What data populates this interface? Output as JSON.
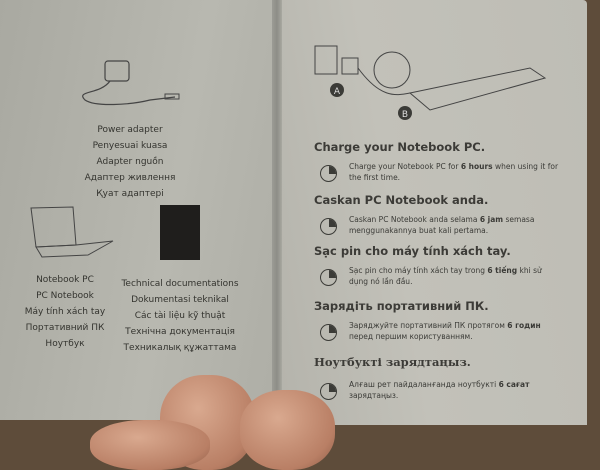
{
  "left_page": {
    "adapter_labels": [
      "Power adapter",
      "Penyesuai kuasa",
      "Adapter nguồn",
      "Адаптер живлення",
      "Қуат адаптері"
    ],
    "notebook_labels": [
      "Notebook PC",
      "PC Notebook",
      "Máy tính xách tay",
      "Портативний ПК",
      "Ноутбук"
    ],
    "doc_labels": [
      "Technical documentations",
      "Dokumentasi teknikal",
      "Các tài liệu kỹ thuật",
      "Технічна документація",
      "Техникалық құжаттама"
    ]
  },
  "right_page": {
    "diagram_labels": [
      "A",
      "B"
    ],
    "sections": [
      {
        "heading": "Charge your Notebook PC.",
        "pre": "Charge your Notebook PC for ",
        "bold": "6 hours",
        "post": " when using it for the first time."
      },
      {
        "heading": "Caskan PC Notebook anda.",
        "pre": "Caskan PC Notebook anda selama ",
        "bold": "6 jam",
        "post": " semasa menggunakannya buat kali pertama."
      },
      {
        "heading": "Sạc pin cho máy tính xách tay.",
        "pre": "Sạc pin cho máy tính xách tay trong ",
        "bold": "6 tiếng",
        "post": " khi sử dụng nó lần đầu."
      },
      {
        "heading": "Зарядіть портативний ПК.",
        "pre": "Заряджуйте портативний ПК протягом ",
        "bold": "6 годин",
        "post": " перед першим користуванням."
      },
      {
        "heading": "Ноутбукті зарядтаңыз.",
        "pre": "Алғаш рет пайдаланғанда ноутбукті ",
        "bold": "6 сағат",
        "post": " зарядтаңыз."
      }
    ]
  }
}
